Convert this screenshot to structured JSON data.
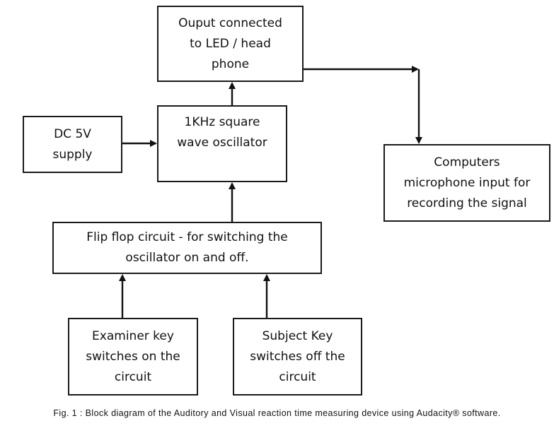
{
  "boxes": {
    "output": "Ouput connected\nto LED / head\nphone",
    "oscillator": "1KHz   square\nwave oscillator",
    "dc_supply": "DC 5V\nsupply",
    "computer": "Computers\nmicrophone input for\nrecording the signal",
    "flip_flop": "Flip flop circuit - for switching the\noscillator on and off.",
    "examiner_key": "Examiner key\nswitches on the\ncircuit",
    "subject_key": "Subject Key\nswitches off the\ncircuit"
  },
  "caption": "Fig. 1 :  Block diagram of the Auditory and Visual reaction time measuring device using Audacity® software."
}
